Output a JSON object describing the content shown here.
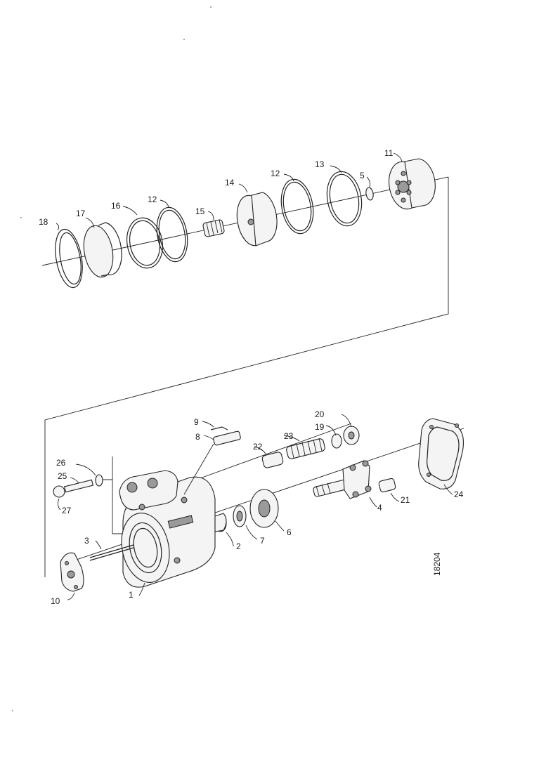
{
  "drawing": {
    "reference_number": "18204",
    "callouts": {
      "p1": "1",
      "p2": "2",
      "p3": "3",
      "p4": "4",
      "p5": "5",
      "p6": "6",
      "p7": "7",
      "p8": "8",
      "p9": "9",
      "p10": "10",
      "p11": "11",
      "p12a": "12",
      "p12b": "12",
      "p13": "13",
      "p14": "14",
      "p15": "15",
      "p16": "16",
      "p17": "17",
      "p18": "18",
      "p19": "19",
      "p20": "20",
      "p21": "21",
      "p22": "22",
      "p23": "23",
      "p24": "24",
      "p25": "25",
      "p26": "26",
      "p27": "27"
    }
  }
}
